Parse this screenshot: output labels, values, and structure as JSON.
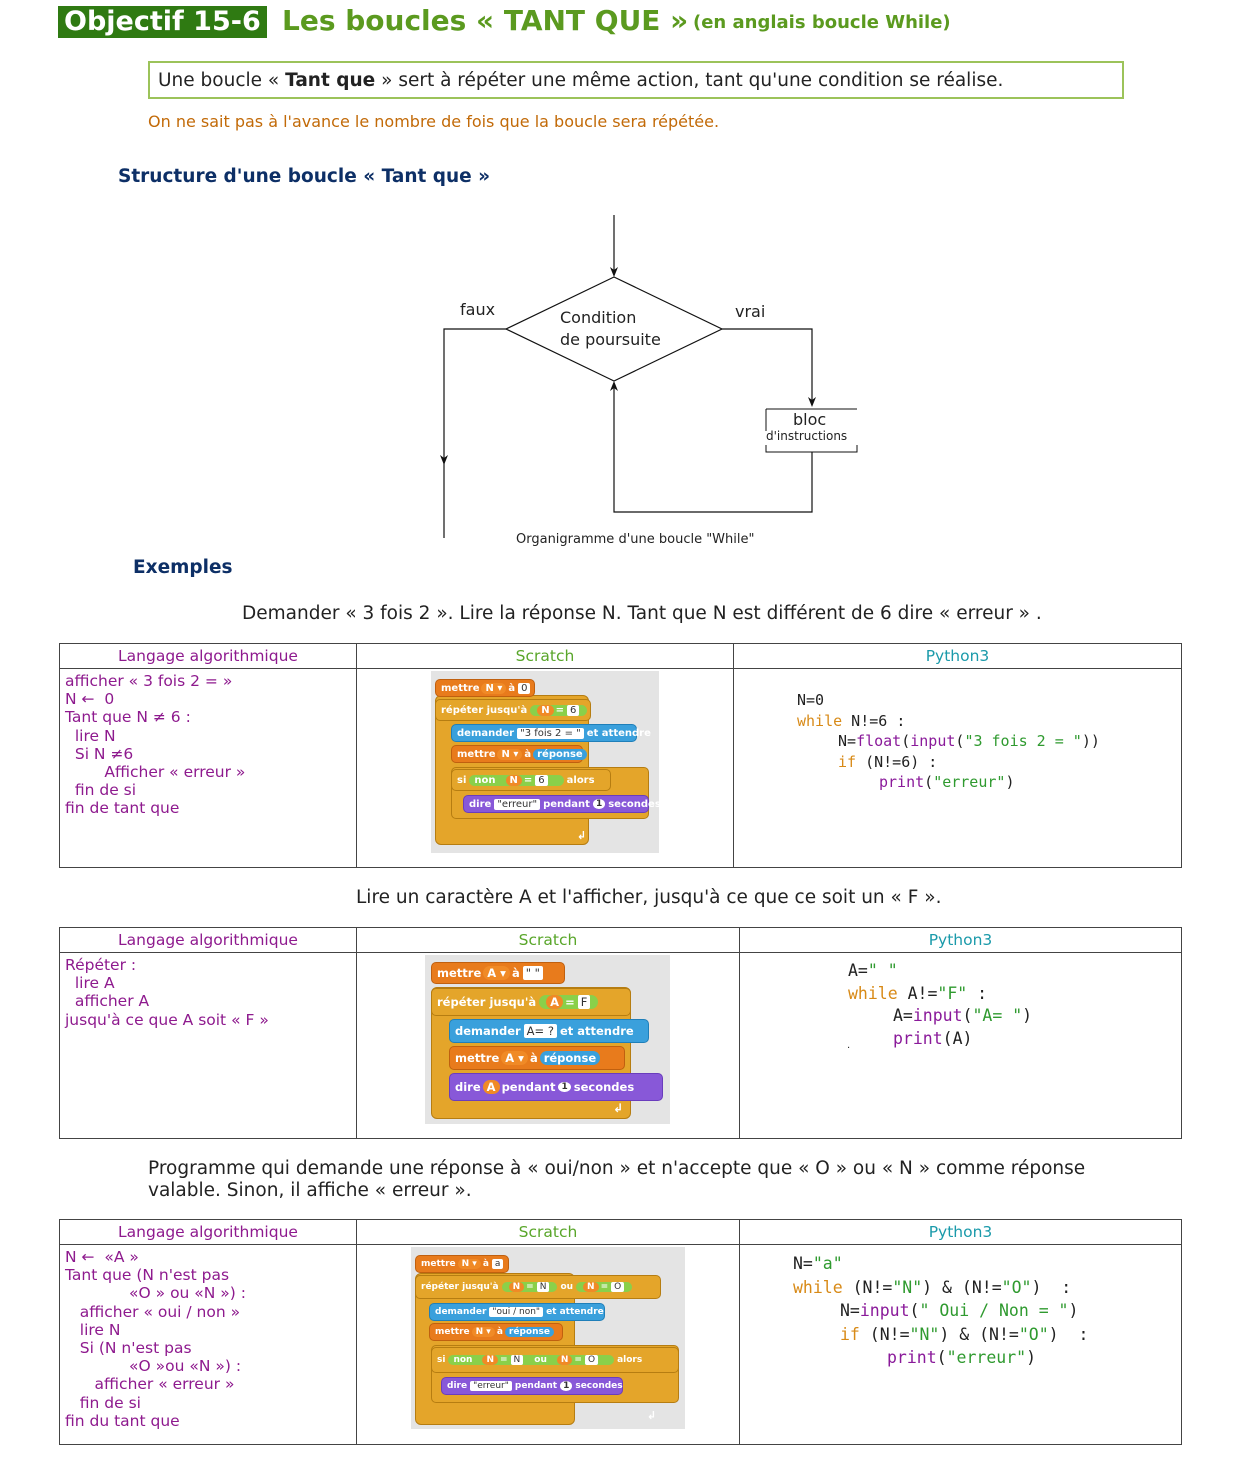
{
  "header": {
    "badge": "Objectif 15-6",
    "title": "Les boucles « TANT QUE »",
    "subtitle": "(en anglais boucle While)"
  },
  "definition": {
    "before": "Une boucle « ",
    "bold": "Tant que",
    "after": " » sert à répéter une même action, tant qu'une condition se réalise."
  },
  "note": "On ne sait pas à l'avance le nombre de fois que la boucle sera répétée.",
  "structure_heading": "Structure d'une boucle « Tant que »",
  "flowchart": {
    "false_label": "faux",
    "true_label": "vrai",
    "condition_line1": "Condition",
    "condition_line2": "de poursuite",
    "block_line1": "bloc",
    "block_line2": "d'instructions",
    "caption": "Organigramme d'une boucle \"While\""
  },
  "examples_heading": "Exemples",
  "columns": {
    "algo": "Langage algorithmique",
    "scratch": "Scratch",
    "python": "Python3"
  },
  "example1": {
    "intro": "Demander « 3 fois 2 ». Lire la réponse N. Tant que N est différent de 6 dire « erreur » .",
    "algo": "afficher « 3 fois 2 = »\nN ←  0\nTant que N ≠ 6 :\n  lire N\n  Si N ≠6\n        Afficher « erreur »\n  fin de si\nfin de tant que",
    "scratch": {
      "b1": "mettre",
      "b1_var": "N ▾",
      "b1_to": "à",
      "b1_val": "0",
      "b2": "répéter jusqu'à",
      "b2_var": "N",
      "b2_op": "=",
      "b2_val": "6",
      "b3": "demander",
      "b3_val": "\"3 fois 2 = \"",
      "b3_wait": "et attendre",
      "b4": "mettre",
      "b4_var": "N ▾",
      "b4_to": "à",
      "b4_val": "réponse",
      "b5": "si",
      "b5_not": "non",
      "b5_var": "N",
      "b5_op": "=",
      "b5_val": "6",
      "b5_then": "alors",
      "b6": "dire",
      "b6_val": "\"erreur\"",
      "b6_during": "pendant",
      "b6_num": "1",
      "b6_sec": "secondes",
      "end": "↲"
    },
    "python": {
      "l1": "N=0",
      "l2_kw": "while",
      "l2_rest": " N!=6 :",
      "l3_a": "N=",
      "l3_fn1": "float",
      "l3_b": "(",
      "l3_fn2": "input",
      "l3_c": "(",
      "l3_str": "\"3 fois 2 = \"",
      "l3_d": "))",
      "l4_kw": "if",
      "l4_rest": " (N!=6) :",
      "l5_fn": "print",
      "l5_a": "(",
      "l5_str": "\"erreur\"",
      "l5_b": ")"
    }
  },
  "example2": {
    "intro": "Lire un caractère A et l'afficher, jusqu'à ce que ce soit un « F ».",
    "algo": "Répéter :\n  lire A\n  afficher A\njusqu'à ce que A soit « F »",
    "scratch": {
      "b1": "mettre",
      "b1_var": "A ▾",
      "b1_to": "à",
      "b1_val": "\" \"",
      "b2": "répéter jusqu'à",
      "b2_var": "A",
      "b2_op": "=",
      "b2_val": "F",
      "b3": "demander",
      "b3_val": "A= ?",
      "b3_wait": "et attendre",
      "b4": "mettre",
      "b4_var": "A ▾",
      "b4_to": "à",
      "b4_val": "réponse",
      "b5": "dire",
      "b5_var": "A",
      "b5_during": "pendant",
      "b5_num": "1",
      "b5_sec": "secondes",
      "end": "↲"
    },
    "python": {
      "l1_a": "A=",
      "l1_str": "\" \"",
      "l2_kw": "while",
      "l2_a": " A!=",
      "l2_str": "\"F\"",
      "l2_b": " :",
      "l3_a": "A=",
      "l3_fn": "input",
      "l3_b": "(",
      "l3_str": "\"A= \"",
      "l3_c": ")",
      "l4_fn": "print",
      "l4_rest": "(A)",
      "dot": "."
    }
  },
  "example3": {
    "intro": "Programme qui demande une réponse à « oui/non » et n'accepte que « O » ou « N » comme réponse valable. Sinon, il affiche « erreur ».",
    "algo": "N ←  «A »\nTant que (N n'est pas\n             «O » ou «N ») :\n   afficher « oui / non »\n   lire N\n   Si (N n'est pas\n             «O »ou «N ») :\n      afficher « erreur »\n   fin de si\nfin du tant que",
    "scratch": {
      "b1": "mettre",
      "b1_var": "N ▾",
      "b1_to": "à",
      "b1_val": "a",
      "b2": "répéter jusqu'à",
      "b2_var1": "N",
      "b2_op1": "=",
      "b2_val1": "N",
      "b2_or": "ou",
      "b2_var2": "N",
      "b2_op2": "=",
      "b2_val2": "O",
      "b3": "demander",
      "b3_val": "\"oui / non\"",
      "b3_wait": "et attendre",
      "b4": "mettre",
      "b4_var": "N ▾",
      "b4_to": "à",
      "b4_val": "réponse",
      "b5": "si",
      "b5_not": "non",
      "b5_var1": "N",
      "b5_op1": "=",
      "b5_val1": "N",
      "b5_or": "ou",
      "b5_var2": "N",
      "b5_op2": "=",
      "b5_val2": "O",
      "b5_then": "alors",
      "b6": "dire",
      "b6_val": "\"erreur\"",
      "b6_during": "pendant",
      "b6_num": "1",
      "b6_sec": "secondes",
      "end": "↲"
    },
    "python": {
      "l1_a": "N=",
      "l1_str": "\"a\"",
      "l2_kw": "while",
      "l2_a": " (N!=",
      "l2_s1": "\"N\"",
      "l2_b": ") & (N!=",
      "l2_s2": "\"O\"",
      "l2_c": ")  :",
      "l3_a": "N=",
      "l3_fn": "input",
      "l3_b": "(",
      "l3_str": "\" Oui / Non = \"",
      "l3_c": ")",
      "l4_kw": "if",
      "l4_a": " (N!=",
      "l4_s1": "\"N\"",
      "l4_b": ") & (N!=",
      "l4_s2": "\"O\"",
      "l4_c": ")  :",
      "l5_fn": "print",
      "l5_a": "(",
      "l5_str": "\"erreur\"",
      "l5_b": ")"
    }
  }
}
